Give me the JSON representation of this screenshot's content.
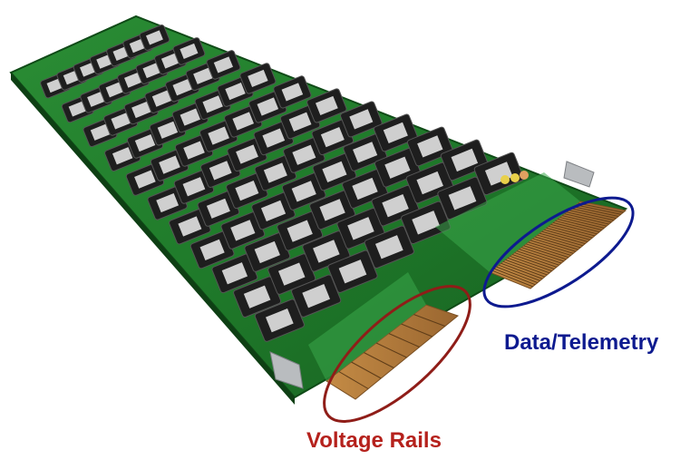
{
  "image": {
    "subject": "pcb-board",
    "background": "#ffffff"
  },
  "annotations": {
    "data_telemetry": {
      "label": "Data/Telemetry",
      "color": "#0d1a8f"
    },
    "voltage_rails": {
      "label": "Voltage Rails",
      "color": "#b5211c"
    }
  },
  "colors": {
    "board": "#1f7a2a",
    "board_dark": "#13571d",
    "board_light": "#2e9a3a",
    "connector_gold": "#b07a3c",
    "socket": "#1e1e1e"
  }
}
